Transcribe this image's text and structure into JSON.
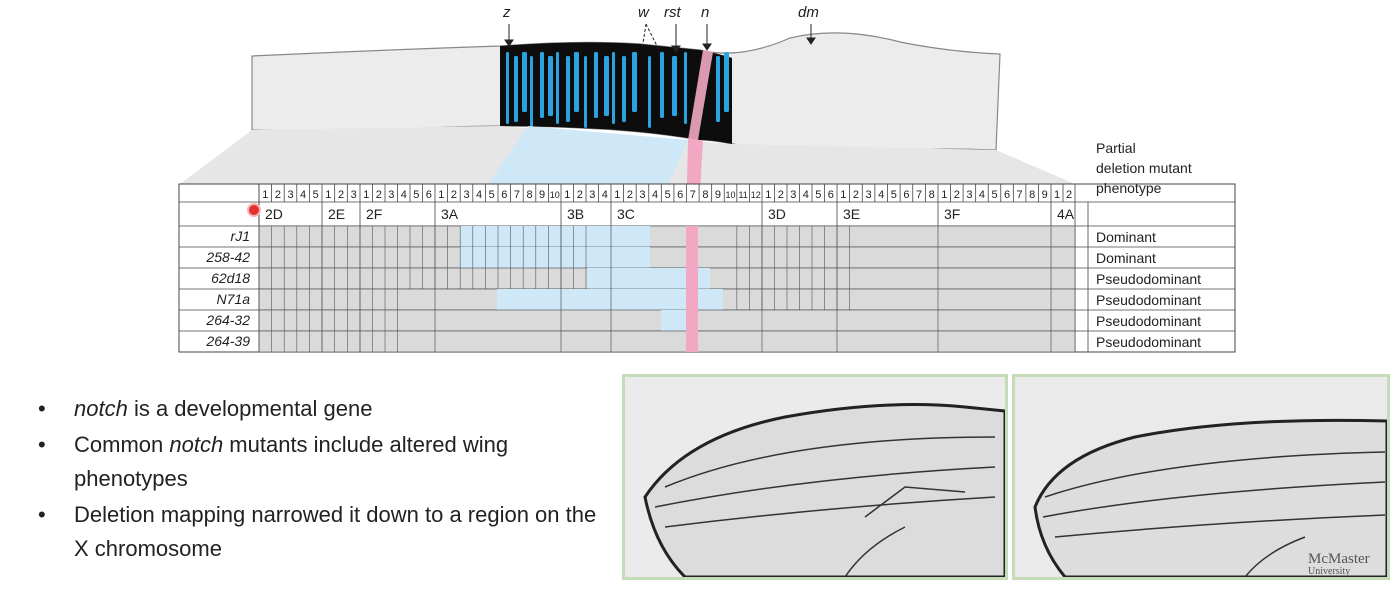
{
  "gene_markers": [
    "z",
    "w",
    "rst",
    "n",
    "dm"
  ],
  "band_numbers": {
    "2D": [
      "1",
      "2",
      "3",
      "4",
      "5"
    ],
    "2E": [
      "1",
      "2",
      "3"
    ],
    "2F": [
      "1",
      "2",
      "3",
      "4",
      "5",
      "6"
    ],
    "3A": [
      "1",
      "2",
      "3",
      "4",
      "5",
      "6",
      "7",
      "8",
      "9",
      "10"
    ],
    "3B": [
      "1",
      "2",
      "3",
      "4"
    ],
    "3C": [
      "1",
      "2",
      "3",
      "4",
      "5",
      "6",
      "7",
      "8",
      "9",
      "10",
      "11",
      "12"
    ],
    "3D": [
      "1",
      "2",
      "3",
      "4",
      "5",
      "6"
    ],
    "3E": [
      "1",
      "2",
      "3",
      "4",
      "5",
      "6",
      "7",
      "8"
    ],
    "3F": [
      "1",
      "2",
      "3",
      "4",
      "5",
      "6",
      "7",
      "8",
      "9"
    ],
    "4A": [
      "1",
      "2"
    ]
  },
  "sections": [
    "2D",
    "2E",
    "2F",
    "3A",
    "3B",
    "3C",
    "3D",
    "3E",
    "3F",
    "4A"
  ],
  "phenotype_header": [
    "Partial",
    "deletion mutant",
    "phenotype"
  ],
  "mutants": [
    {
      "name": "rJ1",
      "phenotype": "Dominant"
    },
    {
      "name": "258-42",
      "phenotype": "Dominant"
    },
    {
      "name": "62d18",
      "phenotype": "Pseudodominant"
    },
    {
      "name": "N71a",
      "phenotype": "Pseudodominant"
    },
    {
      "name": "264-32",
      "phenotype": "Pseudodominant"
    },
    {
      "name": "264-39",
      "phenotype": "Pseudodominant"
    }
  ],
  "bullets": [
    {
      "em": "notch",
      "before": "",
      "after": " is a developmental gene"
    },
    {
      "em": "notch",
      "before": "Common ",
      "after": " mutants include altered wing phenotypes"
    },
    {
      "em": "",
      "before": "Deletion mapping narrowed it down to a region on the X chromosome",
      "after": ""
    }
  ],
  "logo": {
    "name": "McMaster",
    "sub": "University"
  },
  "colors": {
    "deletion": "#cfe8f8",
    "notch_band": "#f2a7c3",
    "chromosome_stain": "#2aa3e0",
    "grid_gray": "#dadada"
  }
}
